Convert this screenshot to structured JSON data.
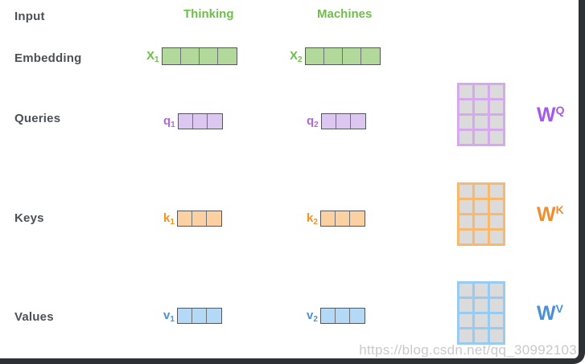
{
  "watermark": "https://blog.csdn.net/qq_30992103",
  "row_labels": {
    "input": "Input",
    "embedding": "Embedding",
    "queries": "Queries",
    "keys": "Keys",
    "values": "Values"
  },
  "column_headers": {
    "col1": "Thinking",
    "col2": "Machines"
  },
  "colors": {
    "green_text": "#6cbf47",
    "green_cell_fill": "#b2d89c",
    "purple_text": "#b168dd",
    "purple_cell_fill": "#dcc7f0",
    "purple_matrix_border": "#d5a9ec",
    "purple_w_label": "#a559e8",
    "orange_text": "#f6921e",
    "orange_cell_fill": "#fbd0a2",
    "orange_matrix_border": "#f8b96e",
    "orange_w_label": "#ef8e2e",
    "blue_text": "#4a90d9",
    "blue_cell_fill": "#b4d9f6",
    "blue_matrix_border": "#97cbf2",
    "blue_w_label": "#4a90d9",
    "matrix_cell_fill": "#dbdbdb",
    "row_label_text": "#4b5157",
    "frame_border": "#2c3136",
    "vector_border": "#53565a"
  },
  "vectors": {
    "x1": {
      "letter": "X",
      "sub": "1",
      "cells": 4
    },
    "x2": {
      "letter": "X",
      "sub": "2",
      "cells": 4
    },
    "q1": {
      "letter": "q",
      "sub": "1",
      "cells": 3
    },
    "q2": {
      "letter": "q",
      "sub": "2",
      "cells": 3
    },
    "k1": {
      "letter": "k",
      "sub": "1",
      "cells": 3
    },
    "k2": {
      "letter": "k",
      "sub": "2",
      "cells": 3
    },
    "v1": {
      "letter": "v",
      "sub": "1",
      "cells": 3
    },
    "v2": {
      "letter": "v",
      "sub": "2",
      "cells": 3
    }
  },
  "matrices": {
    "wq": {
      "letter": "W",
      "sup": "Q",
      "rows": 4,
      "cols": 3
    },
    "wk": {
      "letter": "W",
      "sup": "K",
      "rows": 4,
      "cols": 3
    },
    "wv": {
      "letter": "W",
      "sup": "V",
      "rows": 4,
      "cols": 3
    }
  }
}
